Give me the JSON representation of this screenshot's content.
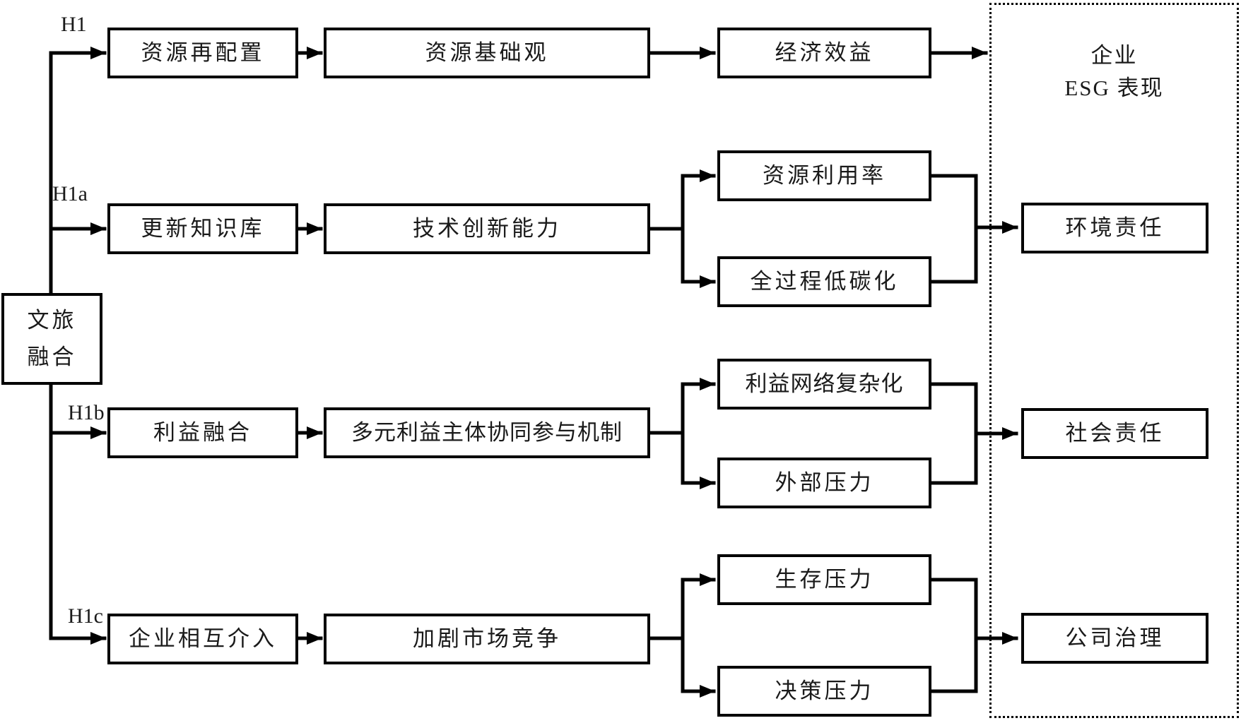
{
  "diagram": {
    "source": {
      "line1": "文旅",
      "line2": "融合"
    },
    "esg_container": {
      "title_line1": "企业",
      "title_line2": "ESG 表现"
    },
    "hypotheses": {
      "h1": "H1",
      "h1a": "H1a",
      "h1b": "H1b",
      "h1c": "H1c"
    },
    "row1": {
      "antecedent": "资源再配置",
      "mediator": "资源基础观",
      "outcome": "经济效益"
    },
    "row2": {
      "antecedent": "更新知识库",
      "mediator": "技术创新能力",
      "sub1": "资源利用率",
      "sub2": "全过程低碳化",
      "outcome": "环境责任"
    },
    "row3": {
      "antecedent": "利益融合",
      "mediator": "多元利益主体协同参与机制",
      "sub1": "利益网络复杂化",
      "sub2": "外部压力",
      "outcome": "社会责任"
    },
    "row4": {
      "antecedent": "企业相互介入",
      "mediator": "加剧市场竞争",
      "sub1": "生存压力",
      "sub2": "决策压力",
      "outcome": "公司治理"
    },
    "colors": {
      "line": "#000000",
      "background": "#ffffff",
      "text": "#1a1a1a"
    }
  }
}
